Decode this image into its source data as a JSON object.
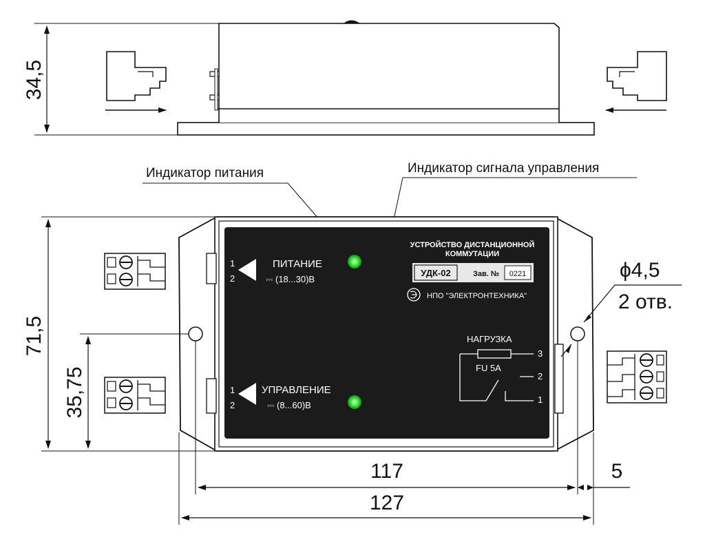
{
  "dimensions": {
    "height_side": "34,5",
    "height_top": "71,5",
    "hole_offset": "35,75",
    "hole_spacing": "117",
    "overall_width": "127",
    "edge_offset": "5",
    "hole_diameter": "ϕ4,5",
    "hole_count": "2 отв."
  },
  "callouts": {
    "power_indicator": "Индикатор питания",
    "control_indicator": "Индикатор сигнала управления"
  },
  "panel": {
    "title_line1": "УСТРОЙСТВО ДИСТАНЦИОННОЙ",
    "title_line2": "КОММУТАЦИИ",
    "model": "УДК-02",
    "serial_label": "Зав. №",
    "serial_value": "0221",
    "manufacturer": "НПО \"ЭЛЕКТРОНТЕХНИКА\"",
    "power_label": "ПИТАНИЕ",
    "power_voltage": "⎓ (18...30)В",
    "control_label": "УПРАВЛЕНИЕ",
    "control_voltage": "⎓ (8...60)В",
    "load_label": "НАГРУЗКА",
    "fuse_label": "FU 5A",
    "pin_1": "1",
    "pin_2": "2",
    "pin_3": "3"
  },
  "colors": {
    "panel": "#1b1b1b",
    "led": "#33ee33",
    "line": "#111111"
  }
}
